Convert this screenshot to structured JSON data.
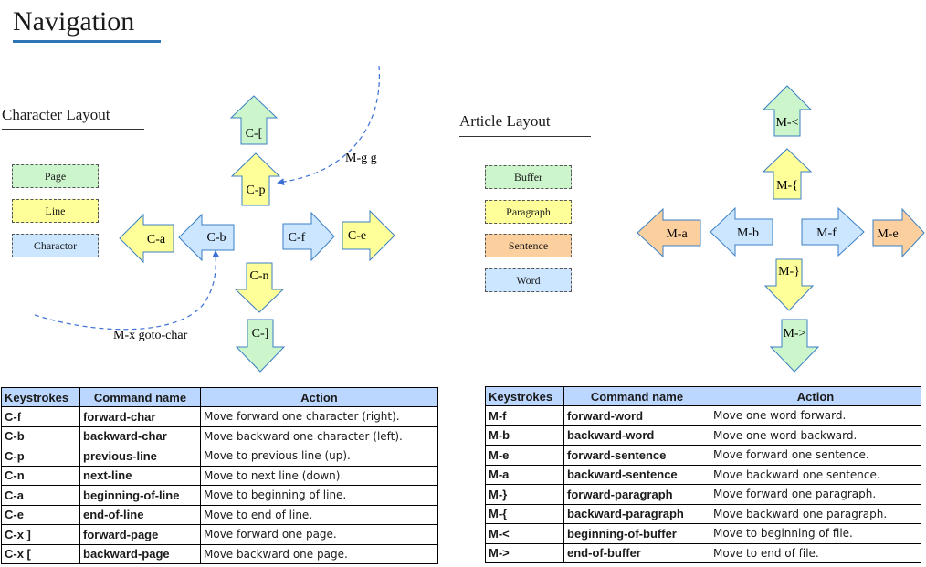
{
  "page_title": "Navigation",
  "colors": {
    "green": "#ccf5cc",
    "yellow": "#ffff99",
    "blue": "#cce6ff",
    "orange": "#fbcf9e",
    "header": "#bcd7ff",
    "accent": "#2e75b6",
    "dash": "#3b6fd6"
  },
  "character": {
    "title": "Character  Layout",
    "legend": [
      "Page",
      "Line",
      "Charactor"
    ],
    "arrows": {
      "up_far": "C-[",
      "up_near": "C-p",
      "left_far": "C-a",
      "left_near": "C-b",
      "right_near": "C-f",
      "right_far": "C-e",
      "down_near": "C-n",
      "down_far": "C-]"
    },
    "annotations": {
      "goto_line": "M-g g",
      "goto_char": "M-x goto-char"
    },
    "table": {
      "headers": [
        "Keystrokes",
        "Command name",
        "Action"
      ],
      "rows": [
        [
          "C-f",
          "forward-char",
          "Move forward one character (right)."
        ],
        [
          "C-b",
          "backward-char",
          "Move backward one character (left)."
        ],
        [
          "C-p",
          "previous-line",
          "Move to previous line (up)."
        ],
        [
          "C-n",
          "next-line",
          "Move to next line (down)."
        ],
        [
          "C-a",
          "beginning-of-line",
          "Move to beginning of line."
        ],
        [
          "C-e",
          "end-of-line",
          "Move to end of line."
        ],
        [
          "C-x ]",
          "forward-page",
          "Move forward one page."
        ],
        [
          "C-x [",
          "backward-page",
          "Move backward one page."
        ]
      ]
    }
  },
  "article": {
    "title": "Article Layout",
    "legend": [
      "Buffer",
      "Paragraph",
      "Sentence",
      "Word"
    ],
    "arrows": {
      "up_far": "M-<",
      "up_near": "M-{",
      "left_far": "M-a",
      "left_near": "M-b",
      "right_near": "M-f",
      "right_far": "M-e",
      "down_near": "M-}",
      "down_far": "M->"
    },
    "table": {
      "headers": [
        "Keystrokes",
        "Command name",
        "Action"
      ],
      "rows": [
        [
          "M-f",
          "forward-word",
          "Move one word forward."
        ],
        [
          "M-b",
          "backward-word",
          "Move one word backward."
        ],
        [
          "M-e",
          "forward-sentence",
          "Move forward one sentence."
        ],
        [
          "M-a",
          "backward-sentence",
          "Move backward one sentence."
        ],
        [
          "M-}",
          "forward-paragraph",
          "Move forward one paragraph."
        ],
        [
          "M-{",
          "backward-paragraph",
          "Move backward one paragraph."
        ],
        [
          "M-<",
          "beginning-of-buffer",
          "Move to beginning of file."
        ],
        [
          "M->",
          "end-of-buffer",
          "Move to end of file."
        ]
      ]
    }
  }
}
